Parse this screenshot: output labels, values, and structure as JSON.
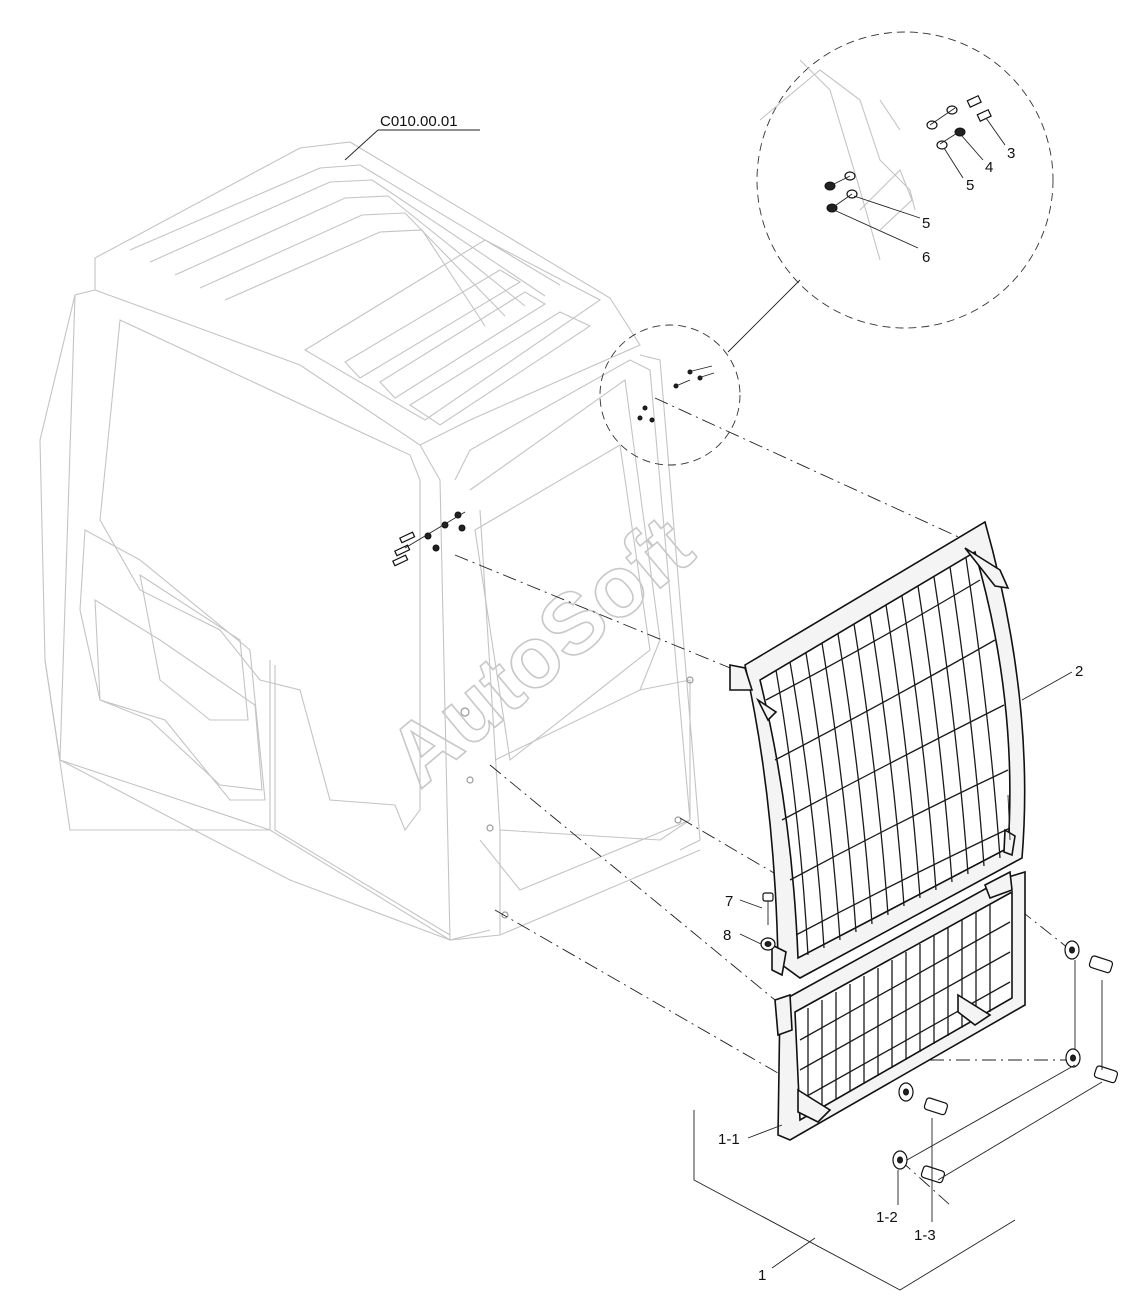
{
  "watermark": "AutoSoft",
  "reference": "C010.00.01",
  "callouts": {
    "c2": "2",
    "c3": "3",
    "c4": "4",
    "c5a": "5",
    "c5b": "5",
    "c6": "6",
    "c7": "7",
    "c8": "8",
    "c1_1": "1-1",
    "c1_2": "1-2",
    "c1_3": "1-3",
    "c1": "1"
  }
}
